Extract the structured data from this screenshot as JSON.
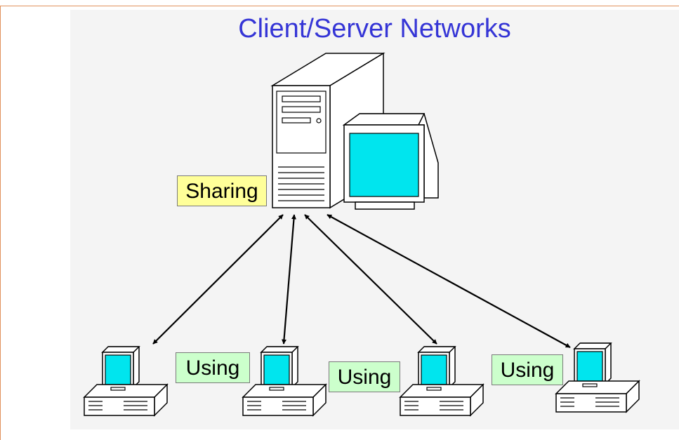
{
  "title": "Client/Server Networks",
  "labels": {
    "sharing": "Sharing",
    "using_1": "Using",
    "using_2": "Using",
    "using_3": "Using"
  },
  "colors": {
    "title": "#3535d6",
    "screen": "#00e5ee",
    "sharing_box": "#ffff99",
    "using_box": "#ccffcc",
    "frame": "#e0905a"
  },
  "icons": [
    "server-tower-icon",
    "server-monitor-icon",
    "client-computer-icon"
  ]
}
